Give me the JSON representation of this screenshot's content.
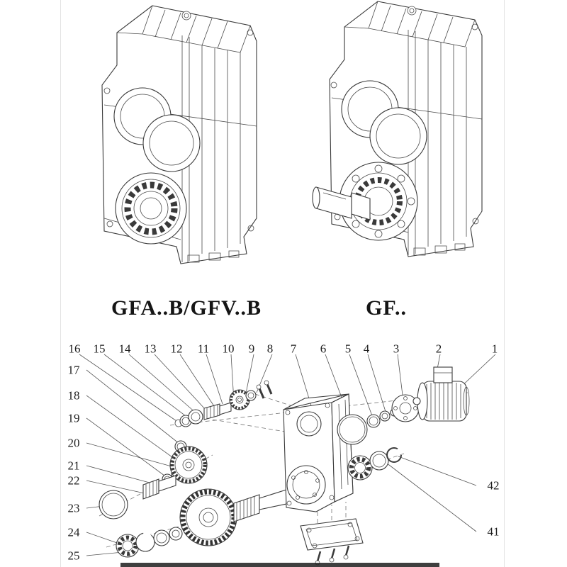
{
  "products": {
    "left_label": "GFA..B/GFV..B",
    "right_label": "GF.."
  },
  "exploded": {
    "top_row": [
      "16",
      "15",
      "14",
      "13",
      "12",
      "11",
      "10",
      "9",
      "8",
      "7",
      "6",
      "5",
      "4",
      "3",
      "2",
      "1"
    ],
    "left_col": [
      "17",
      "18",
      "19",
      "20",
      "21",
      "22",
      "23",
      "24",
      "25"
    ],
    "right_col": [
      "42",
      "41"
    ]
  },
  "colors": {
    "line": "#3a3a3a",
    "leader": "#555555",
    "paper": "#ffffff"
  }
}
